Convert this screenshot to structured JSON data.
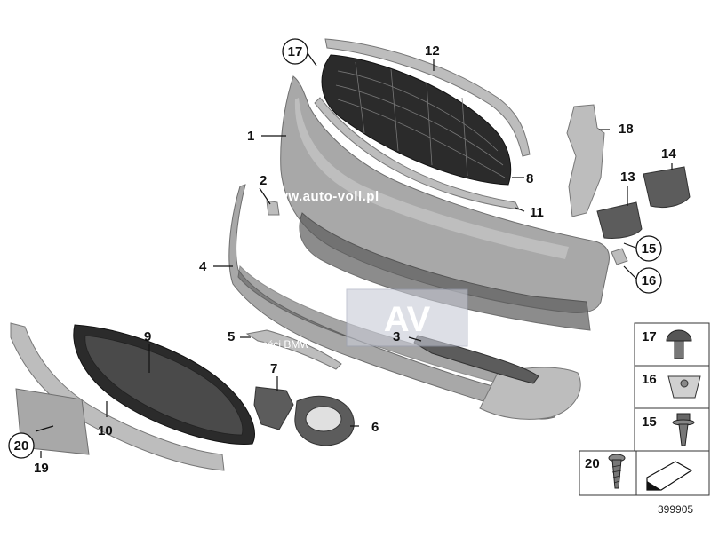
{
  "diagram": {
    "watermark_url": "www.auto-voll.pl",
    "watermark_logo": "AV",
    "watermark_caption": "Części BMW",
    "document_number": "399905",
    "callouts": [
      {
        "id": "c1",
        "label": "1",
        "circled": false
      },
      {
        "id": "c2",
        "label": "2",
        "circled": false
      },
      {
        "id": "c3",
        "label": "3",
        "circled": false
      },
      {
        "id": "c4",
        "label": "4",
        "circled": false
      },
      {
        "id": "c5",
        "label": "5",
        "circled": false
      },
      {
        "id": "c6",
        "label": "6",
        "circled": false
      },
      {
        "id": "c7",
        "label": "7",
        "circled": false
      },
      {
        "id": "c8",
        "label": "8",
        "circled": false
      },
      {
        "id": "c9",
        "label": "9",
        "circled": false
      },
      {
        "id": "c10",
        "label": "10",
        "circled": false
      },
      {
        "id": "c11",
        "label": "11",
        "circled": false
      },
      {
        "id": "c12",
        "label": "12",
        "circled": false
      },
      {
        "id": "c13",
        "label": "13",
        "circled": false
      },
      {
        "id": "c14",
        "label": "14",
        "circled": false
      },
      {
        "id": "c15",
        "label": "15",
        "circled": true
      },
      {
        "id": "c16",
        "label": "16",
        "circled": true
      },
      {
        "id": "c17",
        "label": "17",
        "circled": true
      },
      {
        "id": "c18",
        "label": "18",
        "circled": false
      },
      {
        "id": "c19",
        "label": "19",
        "circled": false
      },
      {
        "id": "c20",
        "label": "20",
        "circled": true
      }
    ],
    "legend": [
      {
        "label": "17",
        "icon": "push-rivet-icon"
      },
      {
        "label": "16",
        "icon": "clip-nut-icon"
      },
      {
        "label": "15",
        "icon": "flange-screw-icon"
      },
      {
        "label": "20",
        "icon": "self-tapping-screw-icon"
      }
    ]
  }
}
